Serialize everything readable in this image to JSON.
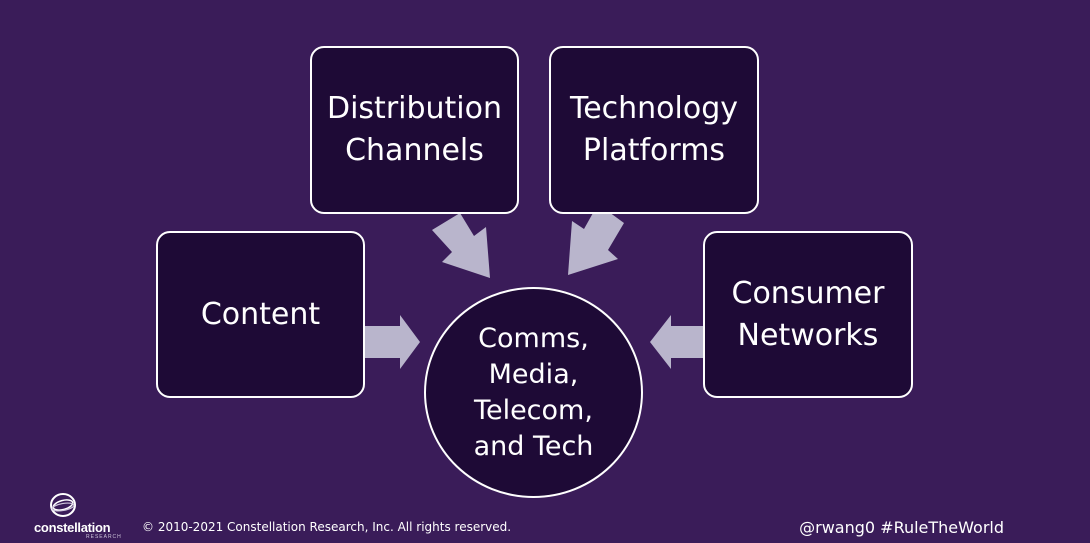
{
  "nodes": {
    "distribution": "Distribution\nChannels",
    "technology": "Technology\nPlatforms",
    "content": "Content",
    "consumer": "Consumer\nNetworks",
    "hub": "Comms,\nMedia,\nTelecom,\nand Tech"
  },
  "footer": {
    "logo_text": "constellation",
    "logo_sub": "RESEARCH",
    "copyright": "© 2010-2021 Constellation Research, Inc. All rights reserved.",
    "handle": "@rwang0 #RuleTheWorld"
  },
  "colors": {
    "background": "#3a1c59",
    "box_fill": "#1e0a36",
    "border": "#ffffff",
    "arrow": "#b9b5cc"
  }
}
